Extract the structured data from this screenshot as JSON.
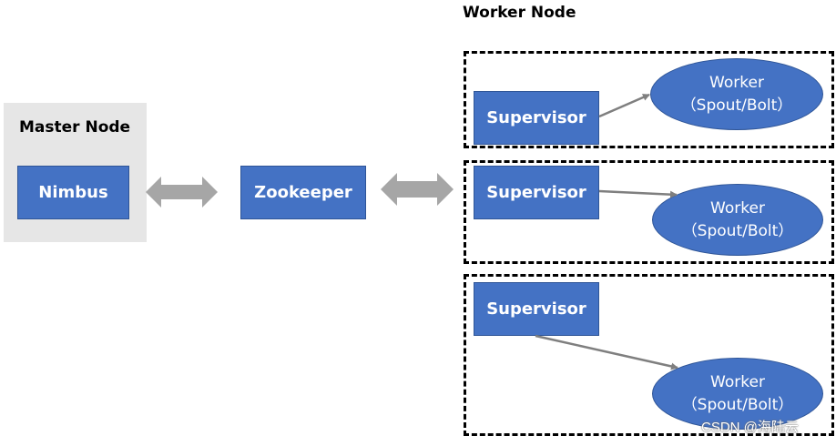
{
  "master": {
    "title": "Master Node",
    "nimbus": "Nimbus"
  },
  "zookeeper": "Zookeeper",
  "worker_section": {
    "title": "Worker Node"
  },
  "workers": [
    {
      "supervisor": "Supervisor",
      "worker_line1": "Worker",
      "worker_line2": "（Spout/Bolt）"
    },
    {
      "supervisor": "Supervisor",
      "worker_line1": "Worker",
      "worker_line2": "（Spout/Bolt）"
    },
    {
      "supervisor": "Supervisor",
      "worker_line1": "Worker",
      "worker_line2": "（Spout/Bolt）"
    }
  ],
  "watermark": "CSDN @海陆云",
  "colors": {
    "box_fill": "#4472c4",
    "arrow_gray": "#a6a6a6",
    "connector_gray": "#7f7f7f",
    "panel_gray": "#e6e6e6"
  }
}
